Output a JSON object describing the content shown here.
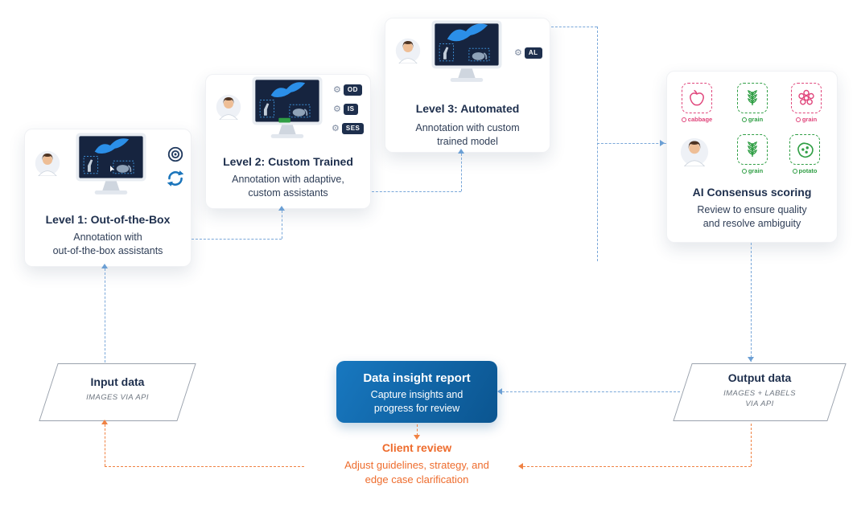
{
  "levels": [
    {
      "title": "Level 1: Out-of-the-Box",
      "desc": "Annotation with\nout-of-the-box assistants"
    },
    {
      "title": "Level 2: Custom Trained",
      "desc": "Annotation with adaptive,\ncustom assistants",
      "badges": [
        "OD",
        "IS",
        "SES"
      ]
    },
    {
      "title": "Level 3: Automated",
      "desc": "Annotation with custom\ntrained model",
      "badges": [
        "AL"
      ]
    }
  ],
  "consensus": {
    "title": "AI Consensus scoring",
    "desc": "Review to ensure quality\nand resolve ambiguity",
    "items": [
      {
        "label": "cabbage",
        "color": "#e0457b"
      },
      {
        "label": "grain",
        "color": "#2f9e44"
      },
      {
        "label": "grain",
        "color": "#e0457b"
      },
      {
        "label": "grain",
        "color": "#2f9e44"
      },
      {
        "label": "potato",
        "color": "#2f9e44"
      }
    ]
  },
  "flow": {
    "input": {
      "title": "Input data",
      "sub": "IMAGES VIA API"
    },
    "report": {
      "title": "Data insight report",
      "desc": "Capture insights and\nprogress for review"
    },
    "output": {
      "title": "Output data",
      "sub": "IMAGES + LABELS\nVIA API"
    },
    "review": {
      "title": "Client review",
      "desc": "Adjust guidelines, strategy, and\nedge case clarification"
    }
  },
  "colors": {
    "navy": "#1e2f4d",
    "accent_blue": "#1b75bb",
    "connector_blue": "#79a7d9",
    "orange": "#ee6c2d",
    "green": "#2f9e44",
    "pink": "#e0457b",
    "report_gradient_start": "#1878c0",
    "report_gradient_end": "#0b5590"
  }
}
